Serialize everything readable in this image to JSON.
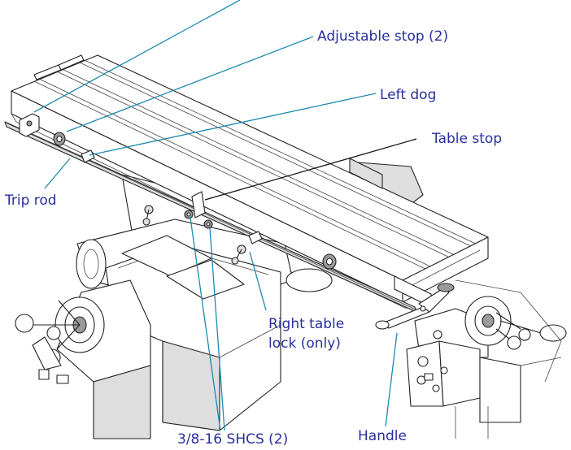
{
  "labels": {
    "adjustable_stop": "Adjustable stop (2)",
    "left_dog": "Left dog",
    "table_stop": "Table stop",
    "trip_rod": "Trip rod",
    "right_table_lock_1": "Right table",
    "right_table_lock_2": "lock (only)",
    "shcs": "3/8-16 SHCS (2)",
    "handle": "Handle"
  },
  "colors": {
    "label_text": "#2a2f9e",
    "leader_line": "#1d8ab0",
    "table_stop_leader": "#111111"
  }
}
